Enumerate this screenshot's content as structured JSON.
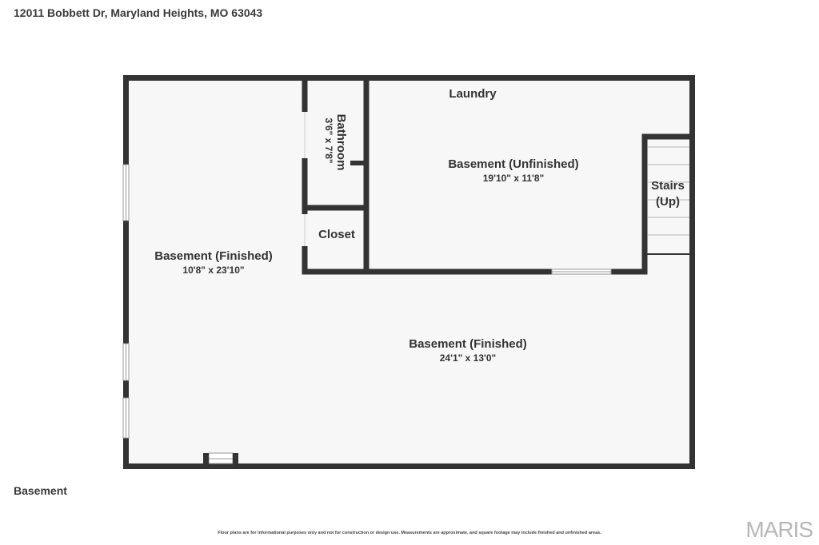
{
  "header": {
    "address": "12011 Bobbett Dr, Maryland Heights, MO 63043"
  },
  "floor_label": "Basement",
  "rooms": {
    "finished_left": {
      "name": "Basement (Finished)",
      "dims": "10'8\" x 23'10\""
    },
    "finished_bottom": {
      "name": "Basement (Finished)",
      "dims": "24'1\" x 13'0\""
    },
    "unfinished": {
      "name": "Basement (Unfinished)",
      "dims": "19'10\" x 11'8\""
    },
    "laundry": {
      "name": "Laundry"
    },
    "bathroom": {
      "name": "Bathroom",
      "dims": "3'6\" x 7'8\""
    },
    "closet": {
      "name": "Closet"
    },
    "stairs": {
      "line1": "Stairs",
      "line2": "(Up)"
    }
  },
  "footer": {
    "disclaimer": "Floor plans are for informational purposes only and not for construction or design use. Measurements are approximate, and square footage may include finished and unfinished areas.",
    "brand": "MARIS"
  },
  "colors": {
    "wall": "#333333",
    "floor": "#f7f7f7",
    "window": "#ffffff"
  }
}
